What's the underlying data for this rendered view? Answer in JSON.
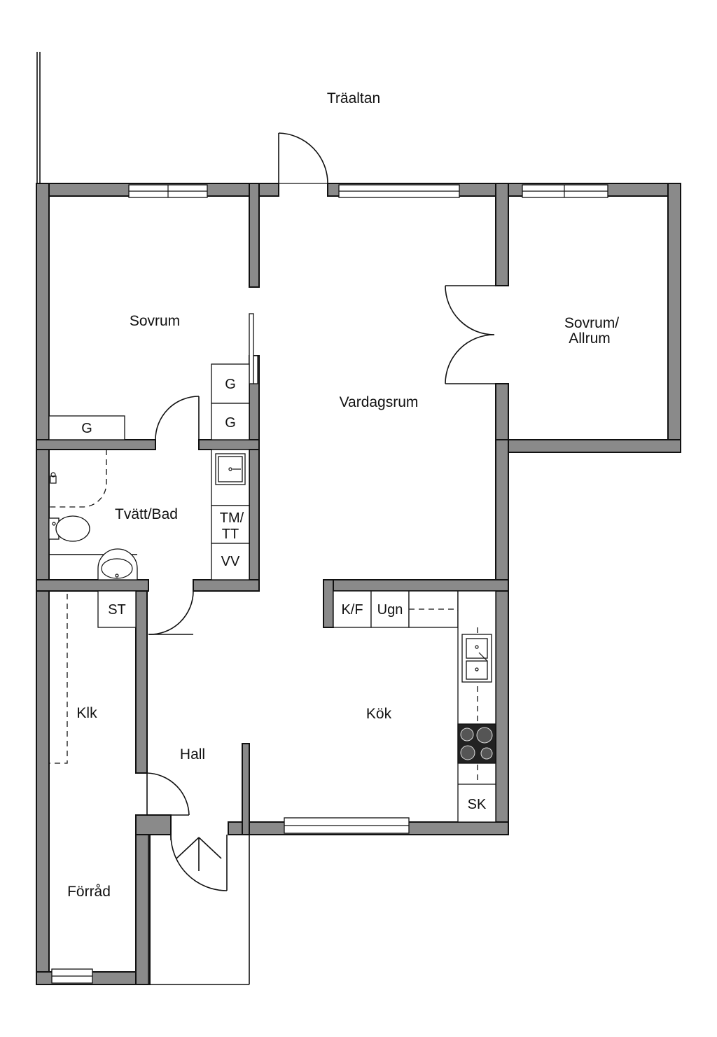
{
  "rooms": {
    "traaltan": "Träaltan",
    "sovrum": "Sovrum",
    "sovrum_allrum_line1": "Sovrum/",
    "sovrum_allrum_line2": "Allrum",
    "vardagsrum": "Vardagsrum",
    "tvatt_bad": "Tvätt/Bad",
    "klk": "Klk",
    "kok": "Kök",
    "hall": "Hall",
    "forrad": "Förråd"
  },
  "fixtures": {
    "g_wardrobe_1": "G",
    "g_wardrobe_2": "G",
    "g_wardrobe_3": "G",
    "tm_line1": "TM/",
    "tm_line2": "TT",
    "vv": "VV",
    "st": "ST",
    "kf": "K/F",
    "ugn": "Ugn",
    "sk": "SK"
  },
  "colors": {
    "wall_fill": "#8a8a8a",
    "line": "#111111",
    "background": "#ffffff"
  }
}
